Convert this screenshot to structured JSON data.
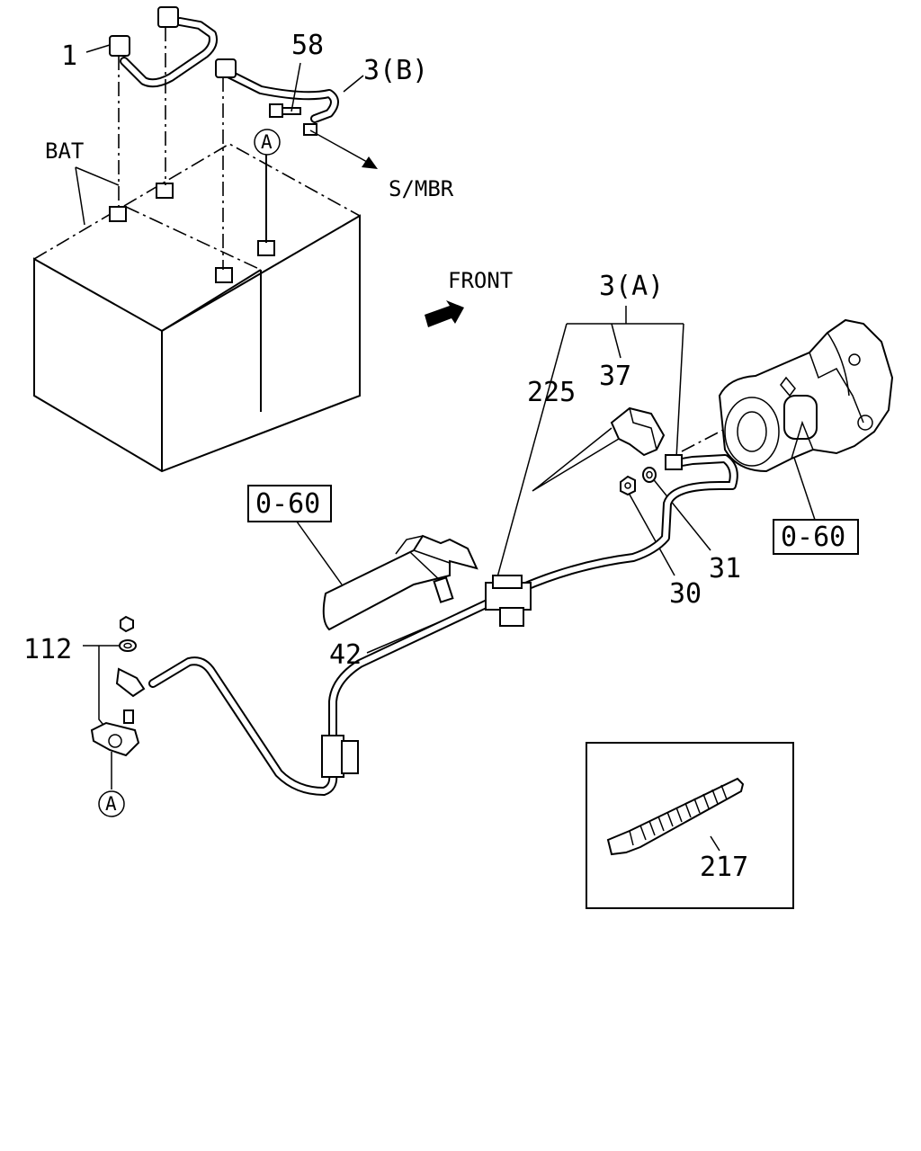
{
  "labels": {
    "p1": "1",
    "p58": "58",
    "p3b": "3(B)",
    "bat": "BAT",
    "circleA1": "A",
    "smbr": "S/MBR",
    "front": "FRONT",
    "p3a": "3(A)",
    "p225": "225",
    "p37": "37",
    "ref1": "0-60",
    "ref2": "0-60",
    "p31": "31",
    "p30": "30",
    "p42": "42",
    "p112": "112",
    "circleA2": "A",
    "p217": "217"
  }
}
